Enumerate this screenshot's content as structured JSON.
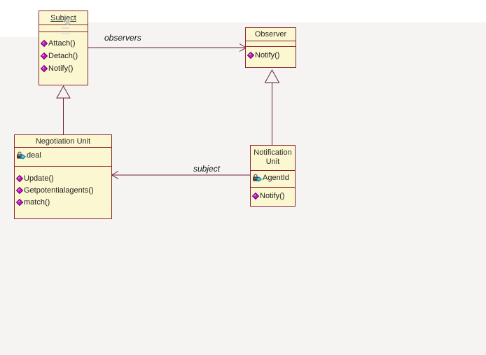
{
  "diagram": {
    "type": "uml-class-diagram",
    "background_color": "#f5f4f2",
    "top_band_color": "#ffffff",
    "box_fill_color": "#fbf7d0",
    "box_border_color": "#8a2433",
    "connector_color": "#6b2140",
    "operation_icon": "magenta-diamond-icon",
    "private_attribute_icon": "lock-with-cyan-diamond-icon"
  },
  "classes": [
    {
      "name": "Subject",
      "name_underlined": true,
      "attributes": [],
      "operations": [
        "Attach()",
        "Detach()",
        "Notify()"
      ]
    },
    {
      "name": "Observer",
      "name_underlined": false,
      "attributes": [],
      "operations": [
        "Notify()"
      ]
    },
    {
      "name": "Negotiation Unit",
      "name_underlined": false,
      "attributes": [
        "deal"
      ],
      "operations": [
        "Update()",
        "Getpotentialagents()",
        "match()"
      ]
    },
    {
      "name": "Notification Unit",
      "name_underlined": false,
      "attributes": [
        "AgentId"
      ],
      "operations": [
        "Notify()"
      ]
    }
  ],
  "associations": [
    {
      "label": "observers",
      "from": "Subject",
      "to": "Observer",
      "direction": "right"
    },
    {
      "label": "subject",
      "from": "Notification Unit",
      "to": "Negotiation Unit",
      "direction": "left"
    }
  ],
  "generalizations": [
    {
      "from": "Negotiation Unit",
      "to": "Subject"
    },
    {
      "from": "Notification Unit",
      "to": "Observer"
    }
  ]
}
